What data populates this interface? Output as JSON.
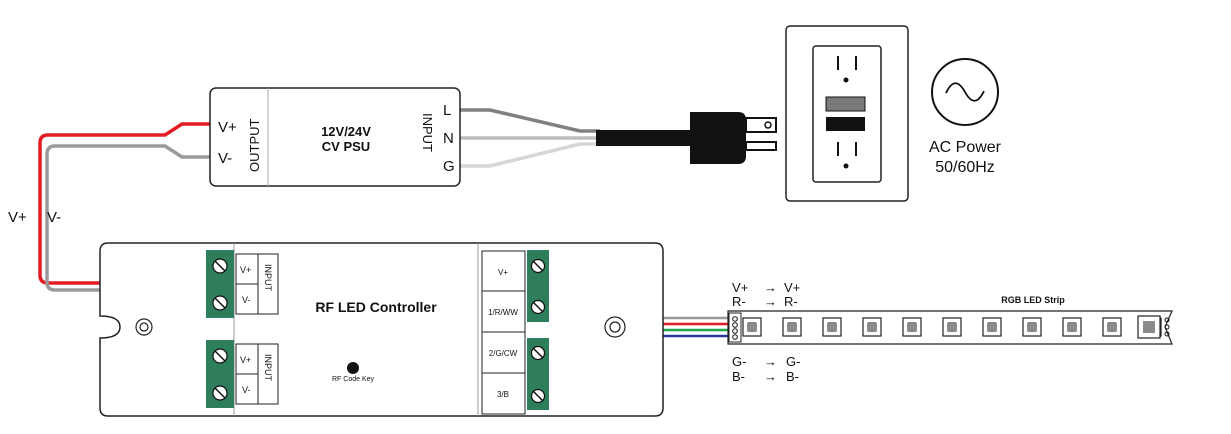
{
  "psu": {
    "title": "12V/24V",
    "subtitle": "CV PSU",
    "output_label": "OUTPUT",
    "input_label": "INPUT",
    "vplus": "V+",
    "vminus": "V-",
    "l": "L",
    "n": "N",
    "g": "G"
  },
  "wire_labels": {
    "vplus": "V+",
    "vminus": "V-"
  },
  "ac": {
    "line1": "AC Power",
    "line2": "50/60Hz",
    "icon": "sine-wave-icon"
  },
  "controller": {
    "title": "RF LED Controller",
    "code_key": "RF Code Key",
    "input_label": "INPUT",
    "in1": {
      "vplus": "V+",
      "vminus": "V-"
    },
    "in2": {
      "vplus": "V+",
      "vminus": "V-"
    },
    "outputs": [
      "V+",
      "1/R/WW",
      "2/G/CW",
      "3/B"
    ]
  },
  "strip": {
    "title": "RGB LED Strip",
    "map_top": [
      {
        "from": "V+",
        "to": "V+"
      },
      {
        "from": "R-",
        "to": "R-"
      }
    ],
    "map_bottom": [
      {
        "from": "G-",
        "to": "G-"
      },
      {
        "from": "B-",
        "to": "B-"
      }
    ],
    "led_count": 11
  },
  "colors": {
    "red": "#e31b23",
    "gray": "#9a9a9a",
    "dark_gray": "#808080",
    "light_gray": "#cfcfcf",
    "green": "#1aa64a",
    "blue": "#2b3a9a",
    "terminal_green": "#2e7d5b",
    "black": "#111111"
  }
}
